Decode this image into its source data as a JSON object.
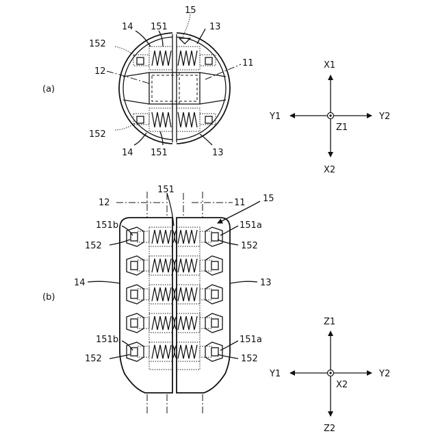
{
  "figure_a": {
    "label": "(a)",
    "parts": {
      "p15": "15",
      "p14": "14",
      "p151_top": "151",
      "p13_top": "13",
      "p152_top": "152",
      "p11": "11",
      "p12": "12",
      "p152_bottom": "152",
      "p14_bottom": "14",
      "p151_bottom": "151",
      "p13_bottom": "13"
    },
    "axes": {
      "up": "X1",
      "down": "X2",
      "left": "Y1",
      "right": "Y2",
      "center": "Z1"
    }
  },
  "figure_b": {
    "label": "(b)",
    "parts": {
      "p151": "151",
      "p12": "12",
      "p11": "11",
      "p15": "15",
      "p151b_top": "151b",
      "p151a_top": "151a",
      "p152_left_top": "152",
      "p152_right_top": "152",
      "p14": "14",
      "p13": "13",
      "p151b_bottom": "151b",
      "p151a_bottom": "151a",
      "p152_left_bottom": "152",
      "p152_right_bottom": "152"
    },
    "axes": {
      "up": "Z1",
      "down": "Z2",
      "left": "Y1",
      "right": "Y2",
      "center": "X2"
    }
  }
}
